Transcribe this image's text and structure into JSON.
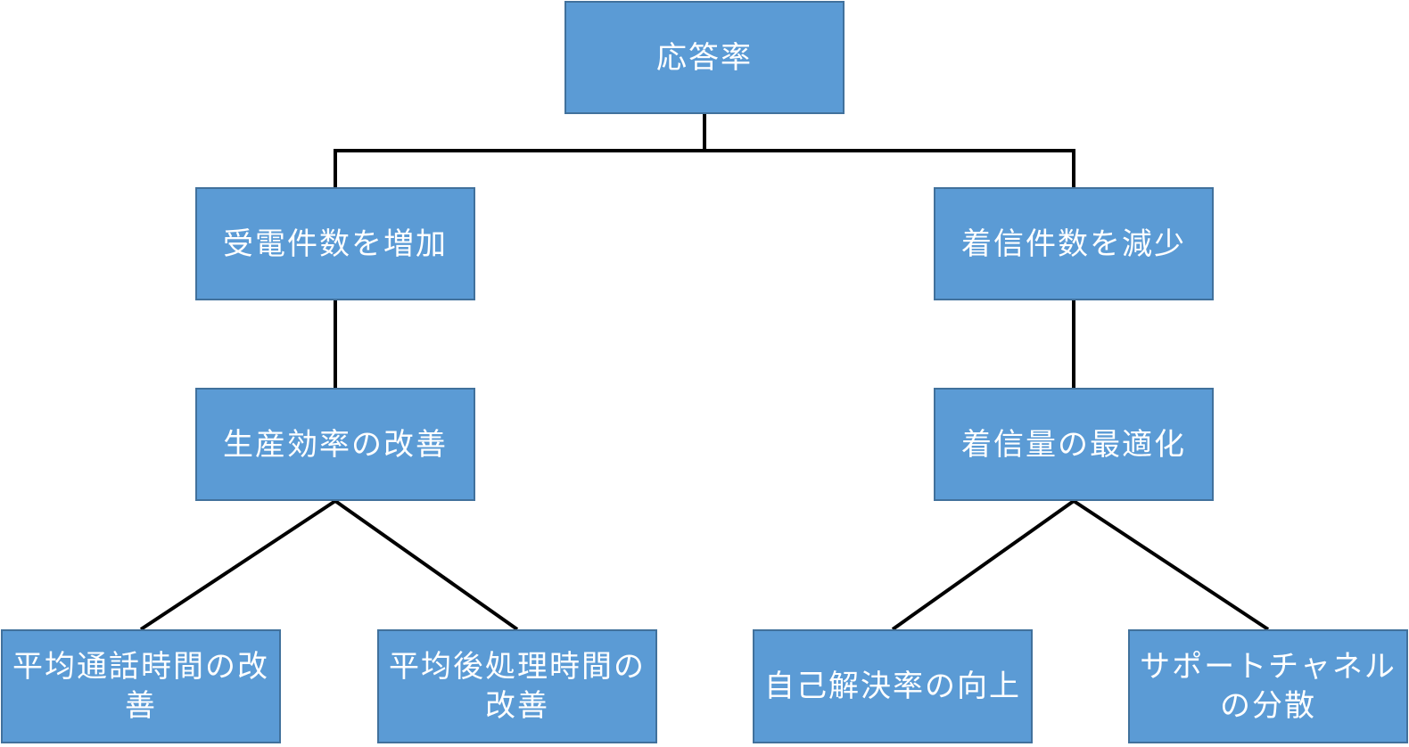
{
  "nodes": {
    "root": "応答率",
    "left_l1": "受電件数を増加",
    "right_l1": "着信件数を減少",
    "left_l2": "生産効率の改善",
    "right_l2": "着信量の最適化",
    "leaf_1": "平均通話時間の改善",
    "leaf_2": "平均後処理時間の改善",
    "leaf_3": "自己解決率の向上",
    "leaf_4": "サポートチャネルの分散"
  },
  "colors": {
    "box_fill": "#5b9bd5",
    "box_border": "#41719c",
    "text": "#ffffff",
    "connector": "#000000"
  }
}
